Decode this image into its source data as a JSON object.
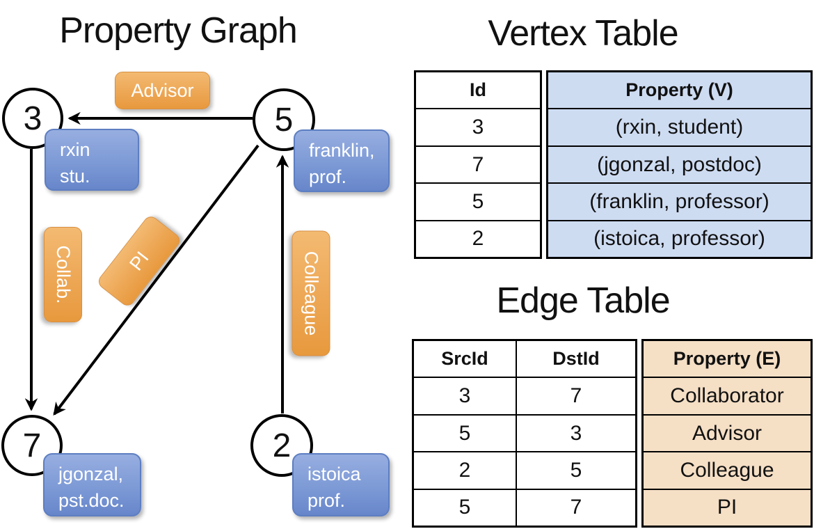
{
  "graph": {
    "title": "Property Graph",
    "nodes": [
      {
        "id": "3",
        "label_lines": [
          "rxin",
          "stu."
        ]
      },
      {
        "id": "5",
        "label_lines": [
          "franklin,",
          "prof."
        ]
      },
      {
        "id": "7",
        "label_lines": [
          "jgonzal,",
          "pst.doc."
        ]
      },
      {
        "id": "2",
        "label_lines": [
          "istoica",
          "prof."
        ]
      }
    ],
    "edge_labels": {
      "advisor": "Advisor",
      "collab": "Collab.",
      "pi": "PI",
      "colleague": "Colleague"
    },
    "edges": [
      {
        "from": "5",
        "to": "3",
        "label": "Advisor"
      },
      {
        "from": "3",
        "to": "7",
        "label": "Collab."
      },
      {
        "from": "5",
        "to": "7",
        "label": "PI"
      },
      {
        "from": "2",
        "to": "5",
        "label": "Colleague"
      }
    ]
  },
  "vertex_table": {
    "title": "Vertex Table",
    "headers": {
      "id": "Id",
      "property": "Property (V)"
    },
    "rows": [
      {
        "id": "3",
        "property": "(rxin, student)"
      },
      {
        "id": "7",
        "property": "(jgonzal, postdoc)"
      },
      {
        "id": "5",
        "property": "(franklin, professor)"
      },
      {
        "id": "2",
        "property": "(istoica, professor)"
      }
    ]
  },
  "edge_table": {
    "title": "Edge Table",
    "headers": {
      "src": "SrcId",
      "dst": "DstId",
      "property": "Property (E)"
    },
    "rows": [
      {
        "src": "3",
        "dst": "7",
        "property": "Collaborator"
      },
      {
        "src": "5",
        "dst": "3",
        "property": "Advisor"
      },
      {
        "src": "2",
        "dst": "5",
        "property": "Colleague"
      },
      {
        "src": "5",
        "dst": "7",
        "property": "PI"
      }
    ]
  },
  "colors": {
    "edge_label_orange_top": "#F3BA72",
    "edge_label_orange_bottom": "#E8993D",
    "node_label_blue_top": "#97AEE0",
    "node_label_blue_bottom": "#6786CA",
    "vertex_property_bg": "#CEDCF2",
    "edge_property_bg": "#F5DFC5",
    "line_color": "#000000",
    "text_on_labels": "#FFFFFF"
  }
}
